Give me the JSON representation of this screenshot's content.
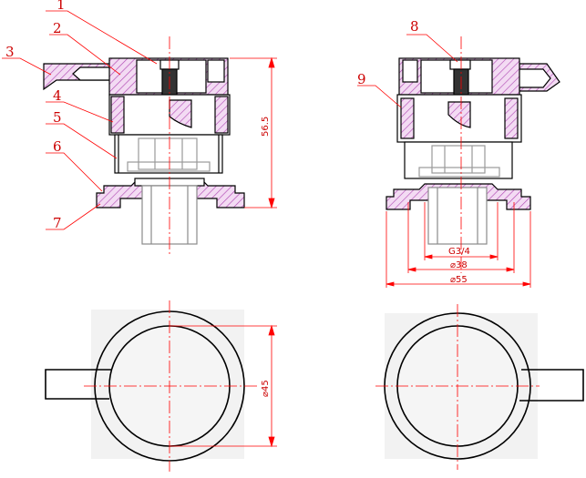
{
  "drawing": {
    "callouts": [
      "1",
      "2",
      "3",
      "4",
      "5",
      "6",
      "7",
      "8",
      "9"
    ],
    "dimensions": {
      "height": "56.5",
      "thread": "G3/4",
      "dia_inner": "⌀38",
      "dia_outer": "⌀55",
      "dia_top": "⌀45"
    },
    "colors": {
      "line": "#000000",
      "annotation": "#ff0000",
      "hatch": "#b14cb5",
      "hatch_fill": "#f3dbf3",
      "gray": "#9a9a9a"
    }
  }
}
